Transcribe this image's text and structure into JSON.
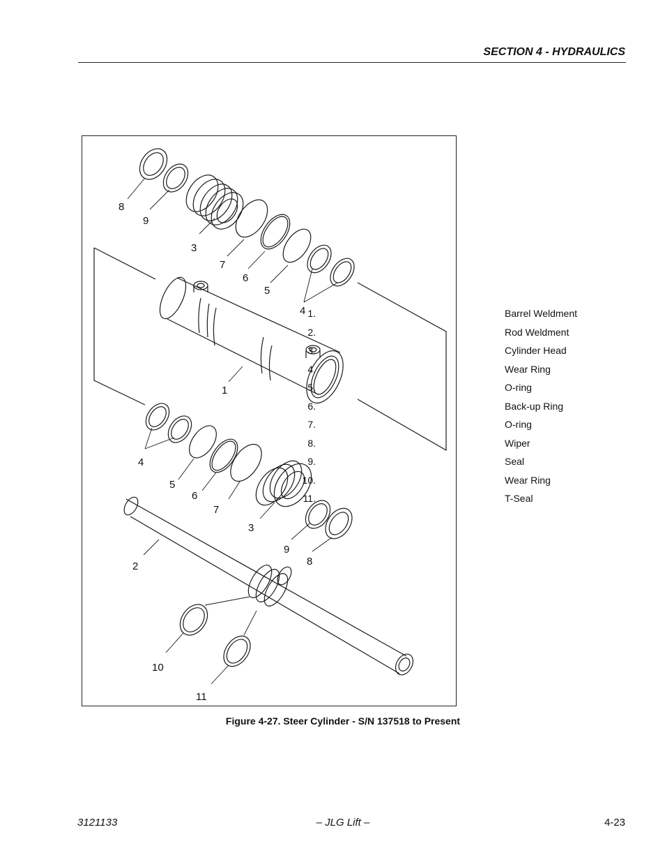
{
  "header": {
    "section_title": "SECTION 4 - HYDRAULICS"
  },
  "figure": {
    "caption": "Figure 4-27.  Steer Cylinder - S/N 137518 to Present",
    "callouts": {
      "c8a": "8",
      "c9a": "9",
      "c3a": "3",
      "c7a": "7",
      "c6a": "6",
      "c5a": "5",
      "c4a": "4",
      "c1": "1",
      "c4b": "4",
      "c5b": "5",
      "c6b": "6",
      "c7b": "7",
      "c3b": "3",
      "c9b": "9",
      "c8b": "8",
      "c2": "2",
      "c10": "10",
      "c11": "11"
    }
  },
  "legend": [
    {
      "num": "1.",
      "label": "Barrel Weldment"
    },
    {
      "num": "2.",
      "label": "Rod Weldment"
    },
    {
      "num": "3.",
      "label": "Cylinder Head"
    },
    {
      "num": "4.",
      "label": "Wear Ring"
    },
    {
      "num": "5.",
      "label": "O-ring"
    },
    {
      "num": "6.",
      "label": "Back-up Ring"
    },
    {
      "num": "7.",
      "label": "O-ring"
    },
    {
      "num": "8.",
      "label": "Wiper"
    },
    {
      "num": "9.",
      "label": "Seal"
    },
    {
      "num": "10.",
      "label": "Wear Ring"
    },
    {
      "num": "11.",
      "label": "T-Seal"
    }
  ],
  "footer": {
    "doc_number": "3121133",
    "brand": "– JLG Lift –",
    "page": "4-23"
  }
}
